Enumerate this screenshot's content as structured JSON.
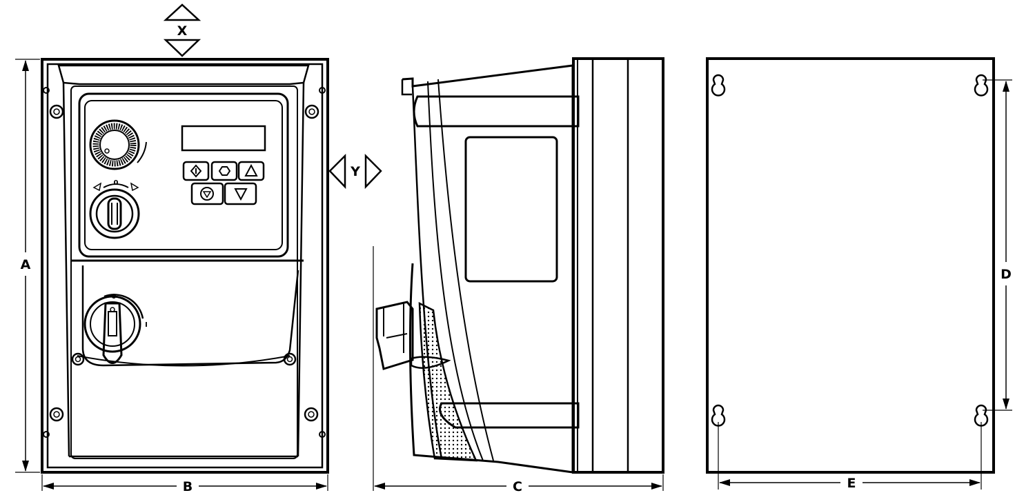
{
  "dimensions": {
    "a": "A",
    "b": "B",
    "c": "C",
    "d": "D",
    "e": "E",
    "x": "X",
    "y": "Y"
  },
  "selector_switch": {
    "position_off": "0"
  },
  "isolator_switch": {
    "position_off": "0",
    "position_on": "I"
  },
  "colors": {
    "line": "#000000",
    "background": "#ffffff"
  }
}
